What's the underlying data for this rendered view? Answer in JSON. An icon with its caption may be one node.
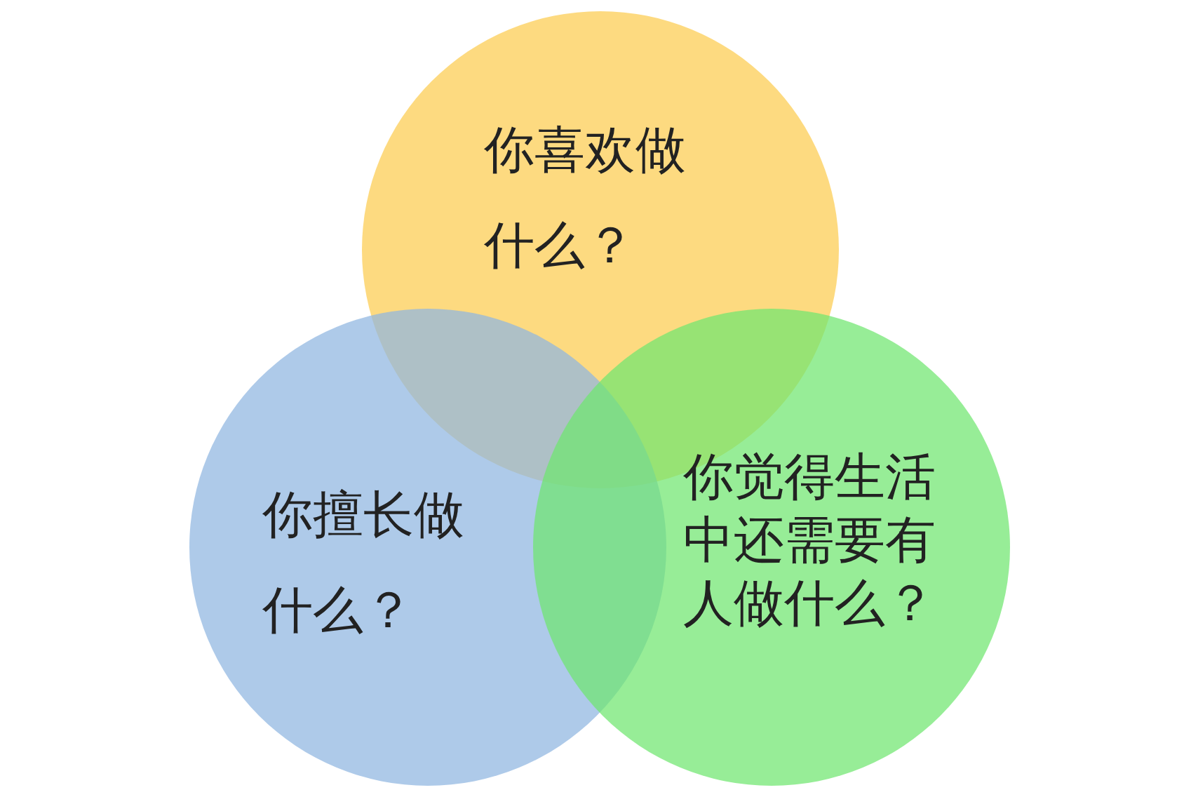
{
  "diagram": {
    "nodes": [
      {
        "text": [
          "你喜欢做什么？"
        ]
      },
      {
        "text": [
          "你擅长做什么？"
        ]
      },
      {
        "text": [
          "你觉得生活中还需要有人做什么？"
        ]
      }
    ]
  }
}
